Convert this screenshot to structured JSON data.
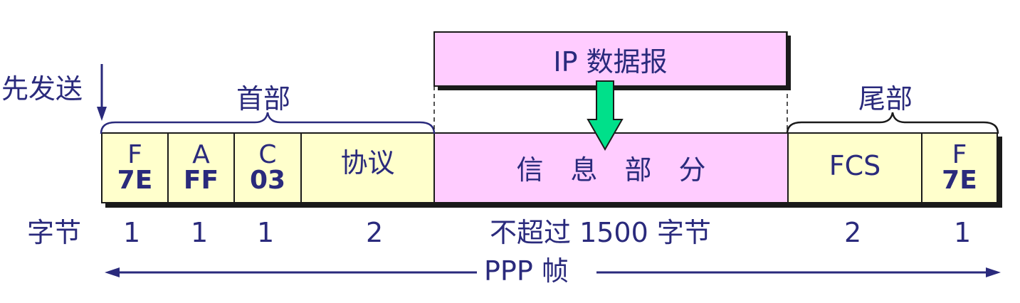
{
  "ip_datagram": "IP 数据报",
  "send_first": "先发送",
  "header": "首部",
  "trailer": "尾部",
  "fields": [
    {
      "name": "F",
      "value": "7E"
    },
    {
      "name": "A",
      "value": "FF"
    },
    {
      "name": "C",
      "value": "03"
    },
    {
      "name": "协议",
      "value": ""
    },
    {
      "name": "信　息　部　分",
      "value": ""
    },
    {
      "name": "FCS",
      "value": ""
    },
    {
      "name": "F",
      "value": "7E"
    }
  ],
  "bytes_label": "字节",
  "byte_counts": [
    "1",
    "1",
    "1",
    "2",
    "不超过 1500 字节",
    "2",
    "1"
  ],
  "frame_label": "PPP 帧",
  "colors": {
    "text": "#2a2a7c",
    "yellow": "#ffffcc",
    "pink": "#ffccff",
    "arrow_green": "#00e08a"
  }
}
